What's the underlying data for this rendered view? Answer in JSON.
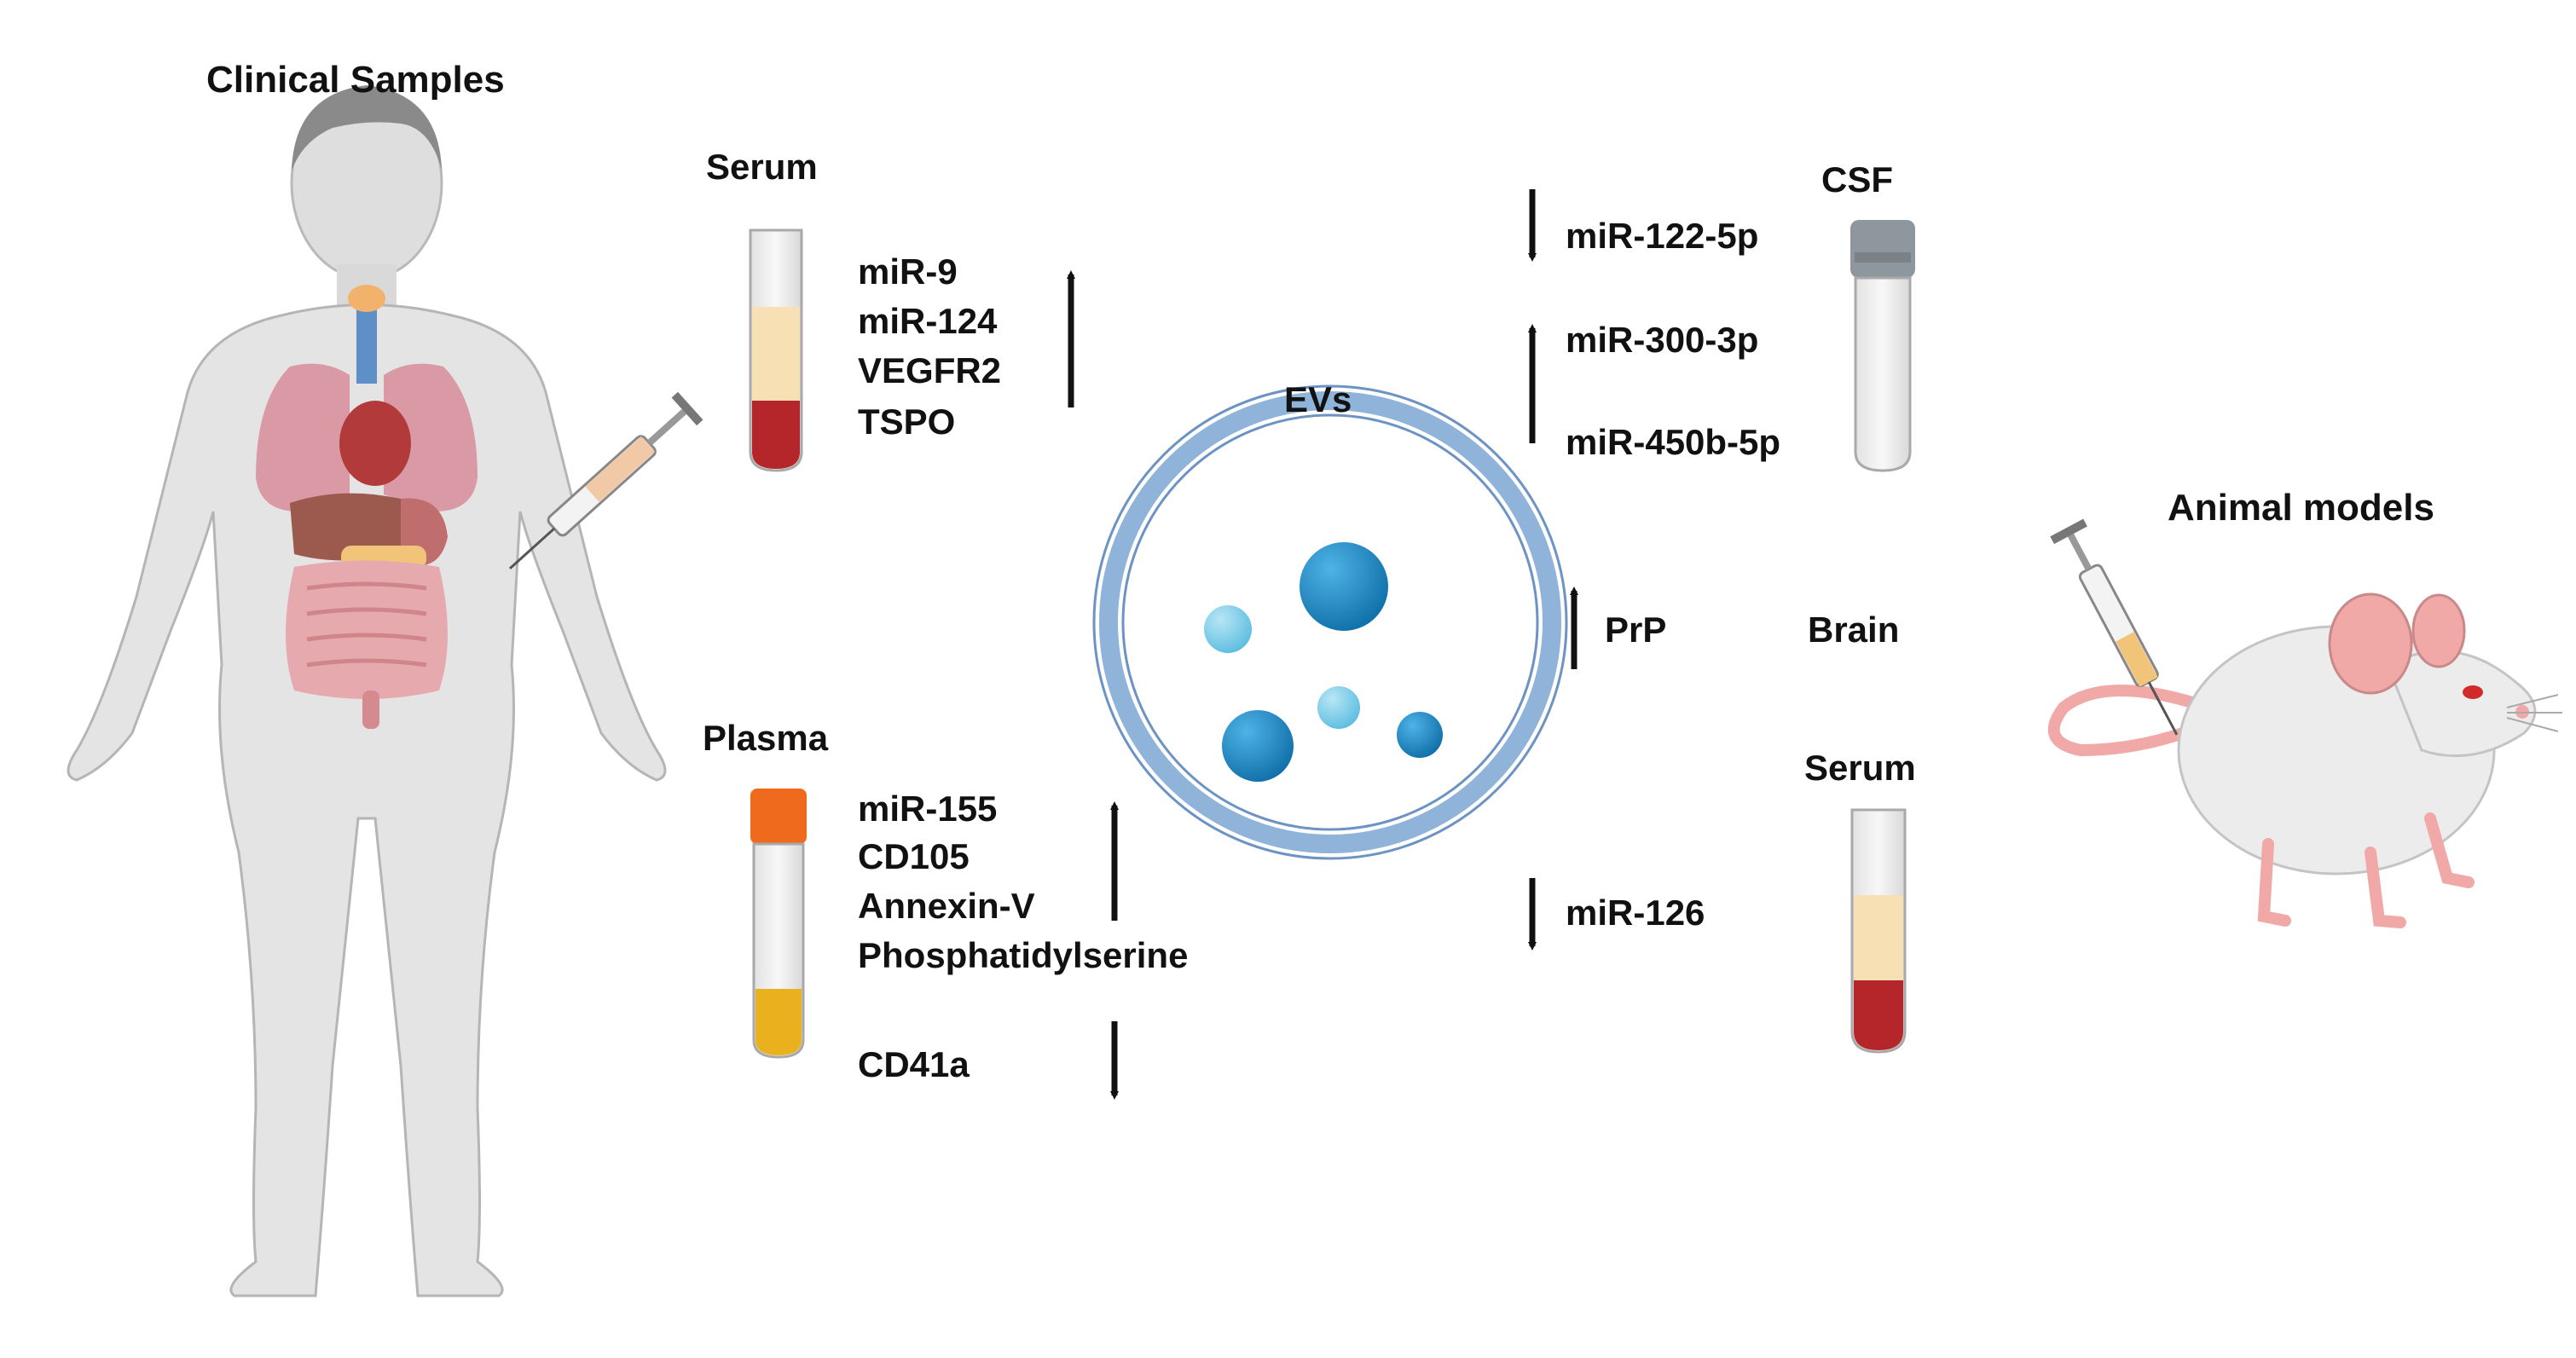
{
  "clinical": {
    "title": "Clinical Samples",
    "serum": {
      "label": "Serum",
      "items": [
        "miR-9",
        "miR-124",
        "VEGFR2",
        "TSPO"
      ],
      "trend": "up"
    },
    "plasma": {
      "label": "Plasma",
      "up_items": [
        "miR-155",
        "CD105",
        "Annexin-V",
        "Phosphatidylserine"
      ],
      "down_items": [
        "CD41a"
      ]
    }
  },
  "center": {
    "label": "EVs"
  },
  "animal": {
    "title": "Animal models",
    "csf": {
      "label": "CSF",
      "down_items": [
        "miR-122-5p"
      ],
      "up_items": [
        "miR-300-3p",
        "miR-450b-5p"
      ]
    },
    "brain": {
      "label": "Brain",
      "up_items": [
        "PrP"
      ]
    },
    "serum": {
      "label": "Serum",
      "down_items": [
        "miR-126"
      ]
    }
  },
  "colors": {
    "skin": "#dcdcdc",
    "vesicle_ring": "#8fb3d9",
    "vesicle_large": "#1787c4",
    "vesicle_small": "#7ccbe6",
    "blood": "#b5262b",
    "serum_fluid": "#f7e0b4",
    "plasma_fluid": "#e8b11d",
    "plasma_cap": "#f06a1e",
    "csf_cap": "#8e979e",
    "mouse_body": "#ececec",
    "mouse_pink": "#f0a9a7"
  },
  "icons": [
    "human-body-icon",
    "syringe-icon",
    "test-tube-icon",
    "mouse-icon",
    "arrow-up-icon",
    "arrow-down-icon"
  ]
}
